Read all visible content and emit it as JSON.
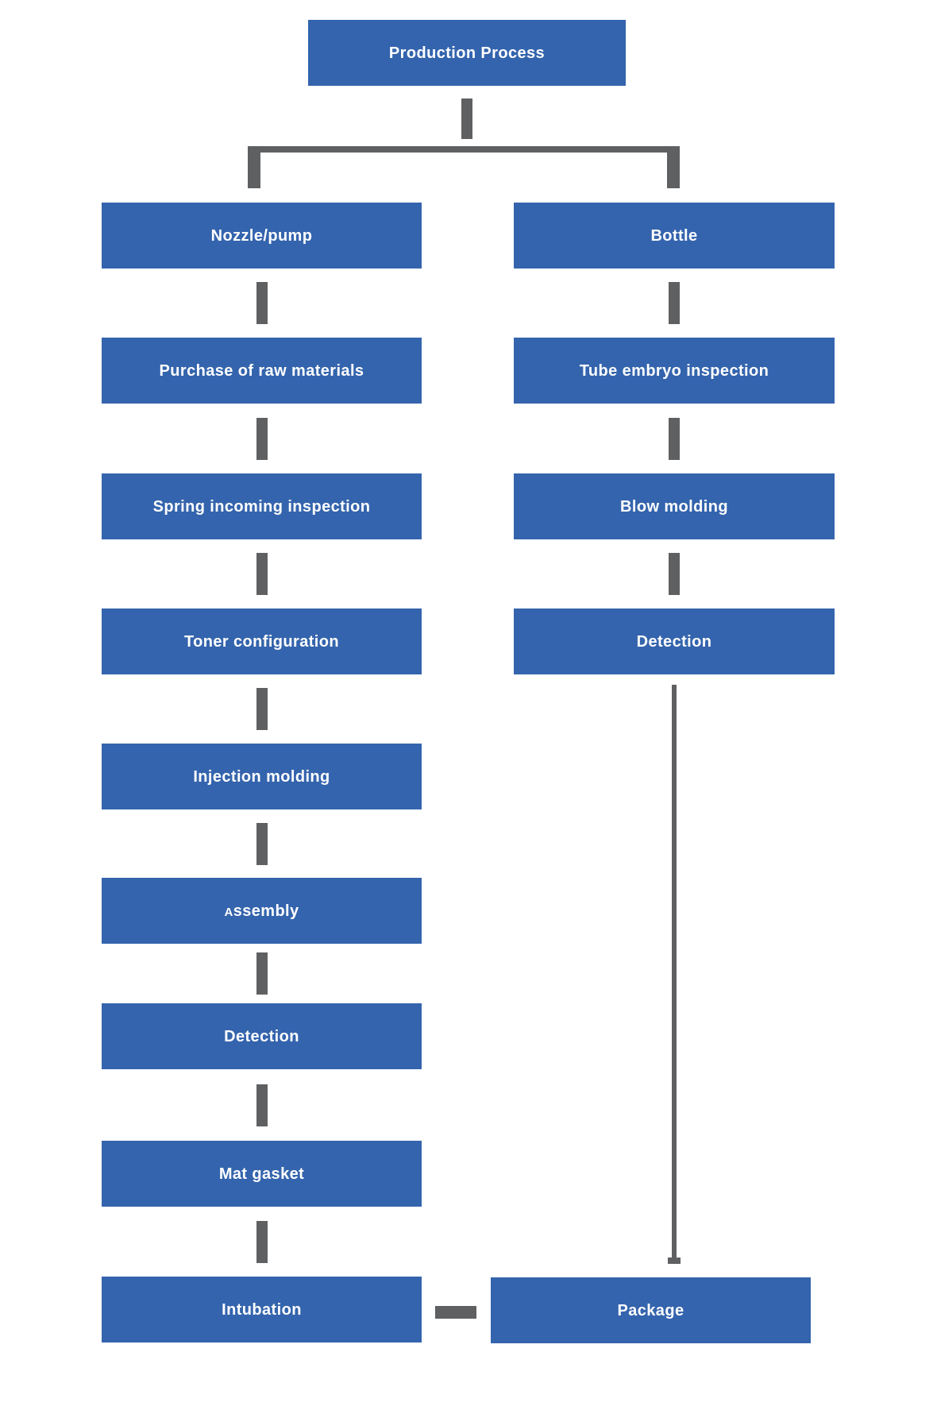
{
  "diagram": {
    "title": "Production Process",
    "colors": {
      "node_fill": "#3464ad",
      "node_text": "#ffffff",
      "connector": "#5f6062",
      "background": "#ffffff"
    },
    "flow": {
      "root": "Production Process",
      "left_branch": [
        "Nozzle/pump",
        "Purchase of raw materials",
        "Spring incoming inspection",
        "Toner configuration",
        "Injection molding",
        "Assembly",
        "Detection",
        "Mat gasket",
        "Intubation"
      ],
      "right_branch": [
        "Bottle",
        "Tube embryo inspection",
        "Blow molding",
        "Detection"
      ],
      "terminal": "Package",
      "connections": [
        {
          "from": "Production Process",
          "to": "Nozzle/pump"
        },
        {
          "from": "Production Process",
          "to": "Bottle"
        },
        {
          "from": "Nozzle/pump",
          "to": "Purchase of raw materials"
        },
        {
          "from": "Purchase of raw materials",
          "to": "Spring incoming inspection"
        },
        {
          "from": "Spring incoming inspection",
          "to": "Toner configuration"
        },
        {
          "from": "Toner configuration",
          "to": "Injection molding"
        },
        {
          "from": "Injection molding",
          "to": "Assembly"
        },
        {
          "from": "Assembly",
          "to": "Detection"
        },
        {
          "from": "Detection",
          "to": "Mat gasket"
        },
        {
          "from": "Mat gasket",
          "to": "Intubation"
        },
        {
          "from": "Intubation",
          "to": "Package"
        },
        {
          "from": "Bottle",
          "to": "Tube embryo inspection"
        },
        {
          "from": "Tube embryo inspection",
          "to": "Blow molding"
        },
        {
          "from": "Blow molding",
          "to": "Detection"
        },
        {
          "from": "Detection",
          "to": "Package"
        }
      ]
    }
  }
}
